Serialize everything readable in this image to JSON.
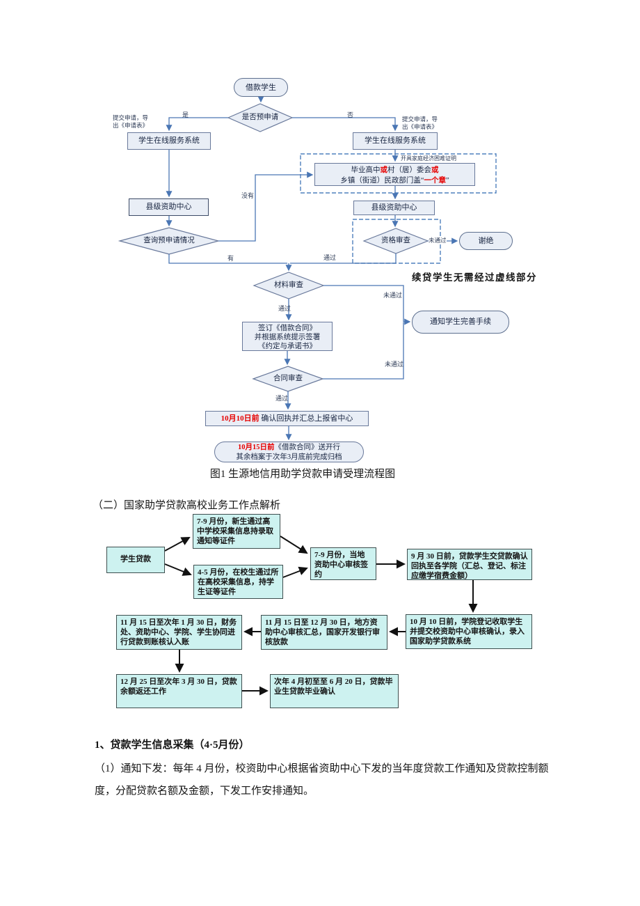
{
  "colors": {
    "accent_blue": "#4a76b4",
    "red_highlight": "#e60000",
    "flow1_node_fill": "#e9eef6",
    "flow2_node_fill": "#cdf2f0",
    "arrow_black": "#111111"
  },
  "flow1": {
    "nodes": {
      "borrower": "借款学生",
      "pre_apply": "是否预申请",
      "online_left": "学生在线服务系统",
      "online_right": "学生在线服务系统",
      "certify": {
        "l1a": "毕业高中",
        "l1b": "或",
        "l1c": "村（居）委会",
        "l1d": "或",
        "l2a": "乡镇（街道）民政部门盖“",
        "l2b": "一个章",
        "l2c": "”"
      },
      "county_left": "县级资助中心",
      "county_right": "县级资助中心",
      "query": "查询预申请情况",
      "qualify": "资格审查",
      "decline": "谢绝",
      "material": "材料审查",
      "notify": "通知学生完善手续",
      "sign": {
        "l1": "签订《借款合同》",
        "l2": "并根据系统提示签署",
        "l3": "《约定与承诺书》"
      },
      "contract": "合同审查",
      "deadline1": {
        "red": "10月10日前",
        "rest": " 确认回执并汇总上报省中心"
      },
      "deadline2": {
        "red": "10月15日前",
        "rest": "《借款合同》送开行",
        "l2": "其余档案于次年3月底前完成归档"
      }
    },
    "labels": {
      "yes": "是",
      "no": "否",
      "submit_l1": "提交申请，导",
      "submit_l2": "出《申请表》",
      "cert_doc": "开具家庭经济困难证明",
      "none": "没有",
      "have": "有",
      "pass": "通过",
      "fail": "未通过",
      "renew_note": "续贷学生无需经过虚线部分"
    },
    "caption": "图1 生源地信用助学贷款申请受理流程图"
  },
  "flow2": {
    "heading": "（二）国家助学贷款高校业务工作点解析",
    "nodes": {
      "student_loan": "学生贷款",
      "new_students": "7-9 月份，新生通过高中学校采集信息持录取通知等证件",
      "current_students": "4-5 月份，在校生通过所在高校采集信息，持学生证等证件",
      "local_center": "7-9 月份，当地资助中心审核签约",
      "sep30": "9 月 30 日前，贷款学生交贷款确认回执至各学院（汇总、登记、标注应缴学宿费金额）",
      "oct10": "10 月 10 日前，学院登记收取学生并提交校资助中心审核确认，录入国家助学贷款系统",
      "nov15_dec30": "11 月 15 日至 12 月 30 日，地方资助中心审核汇总，国家开发银行审核放款",
      "nov15_jan30": "11 月 15 日至次年 1 月 30 日，财务处、资助中心、学院、学生协同进行贷款到账核认入账",
      "dec25": "12 月 25 日至次年 3 月 30 日，贷款余额返还工作",
      "next_apr": "次年 4 月初至至 6 月 20 日，贷款毕业生贷款毕业确认"
    }
  },
  "body_text": {
    "heading": "1、贷款学生信息采集（4·5月份）",
    "para": "（1）通知下发：每年 4 月份，校资助中心根据省资助中心下发的当年度贷款工作通知及贷款控制额度，分配贷款名额及金额，下发工作安排通知。"
  }
}
